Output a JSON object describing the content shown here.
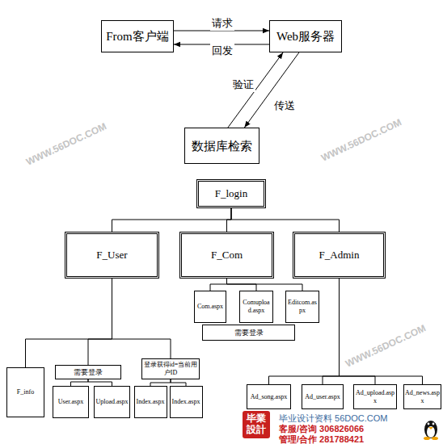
{
  "diagram": {
    "nodes": [
      {
        "text": [
          "From客户端"
        ]
      },
      {
        "text": [
          "Web服务器"
        ]
      },
      {
        "text": [
          "数据库检索"
        ]
      },
      {
        "text": [
          "F_login"
        ]
      },
      {
        "text": [
          "F_User"
        ]
      },
      {
        "text": [
          "F_Com"
        ]
      },
      {
        "text": [
          "F_Admin"
        ]
      },
      {
        "text": [
          "Com.aspx"
        ]
      },
      {
        "text": [
          "Comupload.aspx"
        ]
      },
      {
        "text": [
          "Editcom.aspx"
        ]
      },
      {
        "text": [
          "需要登录"
        ]
      },
      {
        "text": [
          "F_info"
        ]
      },
      {
        "text": [
          "需要登录"
        ]
      },
      {
        "text": [
          "登录获得id=当前用户ID"
        ]
      },
      {
        "text": [
          "User.aspx"
        ]
      },
      {
        "text": [
          "Upload.aspx"
        ]
      },
      {
        "text": [
          "Index.aspx"
        ]
      },
      {
        "text": [
          "Index.aspx"
        ]
      },
      {
        "text": [
          "Ad_song.aspx"
        ]
      },
      {
        "text": [
          "Ad_user.aspx"
        ]
      },
      {
        "text": [
          "Ad_upload.aspx"
        ]
      },
      {
        "text": [
          "Ad_news.aspx"
        ]
      }
    ],
    "edges": [
      {
        "from": 0,
        "to": 1,
        "label": "请求",
        "arrow": "to"
      },
      {
        "from": 1,
        "to": 0,
        "label": "回发",
        "arrow": "to"
      },
      {
        "from": 2,
        "to": 1,
        "label": "验证",
        "arrow": "to"
      },
      {
        "from": 1,
        "to": 2,
        "label": "传送",
        "arrow": "to"
      },
      {
        "from": 3,
        "to": 4,
        "arrow": "none"
      },
      {
        "from": 3,
        "to": 5,
        "arrow": "none"
      },
      {
        "from": 3,
        "to": 6,
        "arrow": "none"
      },
      {
        "from": 5,
        "to": 7,
        "arrow": "none"
      },
      {
        "from": 5,
        "to": 8,
        "arrow": "none"
      },
      {
        "from": 5,
        "to": 9,
        "arrow": "none"
      },
      {
        "from": 4,
        "to": 11,
        "arrow": "none"
      },
      {
        "from": 4,
        "to": 12,
        "arrow": "none"
      },
      {
        "from": 4,
        "to": 13,
        "arrow": "none"
      },
      {
        "from": 12,
        "to": 14,
        "arrow": "none"
      },
      {
        "from": 12,
        "to": 15,
        "arrow": "none"
      },
      {
        "from": 13,
        "to": 16,
        "arrow": "none"
      },
      {
        "from": 13,
        "to": 17,
        "arrow": "none"
      },
      {
        "from": 6,
        "to": 18,
        "arrow": "none"
      },
      {
        "from": 6,
        "to": 19,
        "arrow": "none"
      },
      {
        "from": 6,
        "to": 20,
        "arrow": "none"
      },
      {
        "from": 6,
        "to": 21,
        "arrow": "none"
      }
    ],
    "labels": [
      "WWW.56DOC.COM",
      "WWW.56DOC.COM",
      "WWW.56DOC.COM",
      "毕業設計",
      "毕业设计资料 56DOC.COM",
      "客服/咨询 306826066",
      "管理/合作 281788421"
    ]
  }
}
